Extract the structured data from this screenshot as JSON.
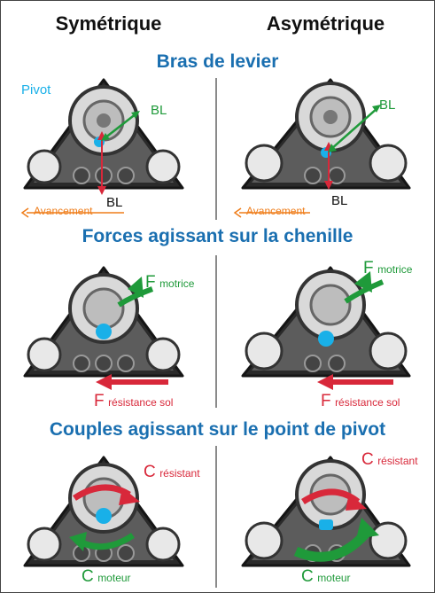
{
  "columns": {
    "left": "Symétrique",
    "right": "Asymétrique"
  },
  "sections": {
    "s1": "Bras de levier",
    "s2": "Forces agissant sur la chenille",
    "s3": "Couples agissant sur le point de pivot"
  },
  "labels": {
    "pivot": "Pivot",
    "bl": "BL",
    "avancement": "Avancement",
    "f": "F",
    "motrice": "motrice",
    "resistance_sol": "résistance sol",
    "c": "C",
    "resistant": "résistant",
    "moteur": "moteur"
  },
  "colors": {
    "section_blue": "#1a6fb0",
    "pivot_cyan": "#19b0e8",
    "arrow_green": "#1f9a3a",
    "arrow_red": "#d8283a",
    "arrow_orange": "#ef7d1a"
  }
}
